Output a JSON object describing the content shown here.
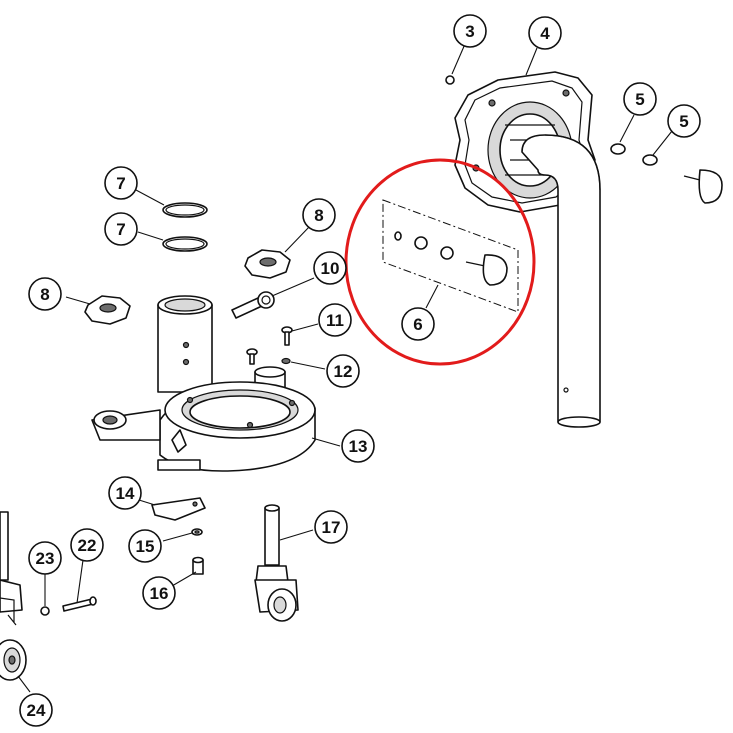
{
  "colors": {
    "line": "#111111",
    "highlight": "#e21b1b",
    "background": "#ffffff"
  },
  "highlight_target": "6",
  "callouts": [
    {
      "id": "c3",
      "label": "3"
    },
    {
      "id": "c4",
      "label": "4"
    },
    {
      "id": "c5a",
      "label": "5"
    },
    {
      "id": "c5b",
      "label": "5"
    },
    {
      "id": "c7a",
      "label": "7"
    },
    {
      "id": "c7b",
      "label": "7"
    },
    {
      "id": "c8a",
      "label": "8"
    },
    {
      "id": "c8b",
      "label": "8"
    },
    {
      "id": "c10",
      "label": "10"
    },
    {
      "id": "c6",
      "label": "6"
    },
    {
      "id": "c11",
      "label": "11"
    },
    {
      "id": "c12",
      "label": "12"
    },
    {
      "id": "c13",
      "label": "13"
    },
    {
      "id": "c14",
      "label": "14"
    },
    {
      "id": "c15",
      "label": "15"
    },
    {
      "id": "c16",
      "label": "16"
    },
    {
      "id": "c17",
      "label": "17"
    },
    {
      "id": "c22",
      "label": "22"
    },
    {
      "id": "c23",
      "label": "23"
    },
    {
      "id": "c24",
      "label": "24"
    }
  ]
}
